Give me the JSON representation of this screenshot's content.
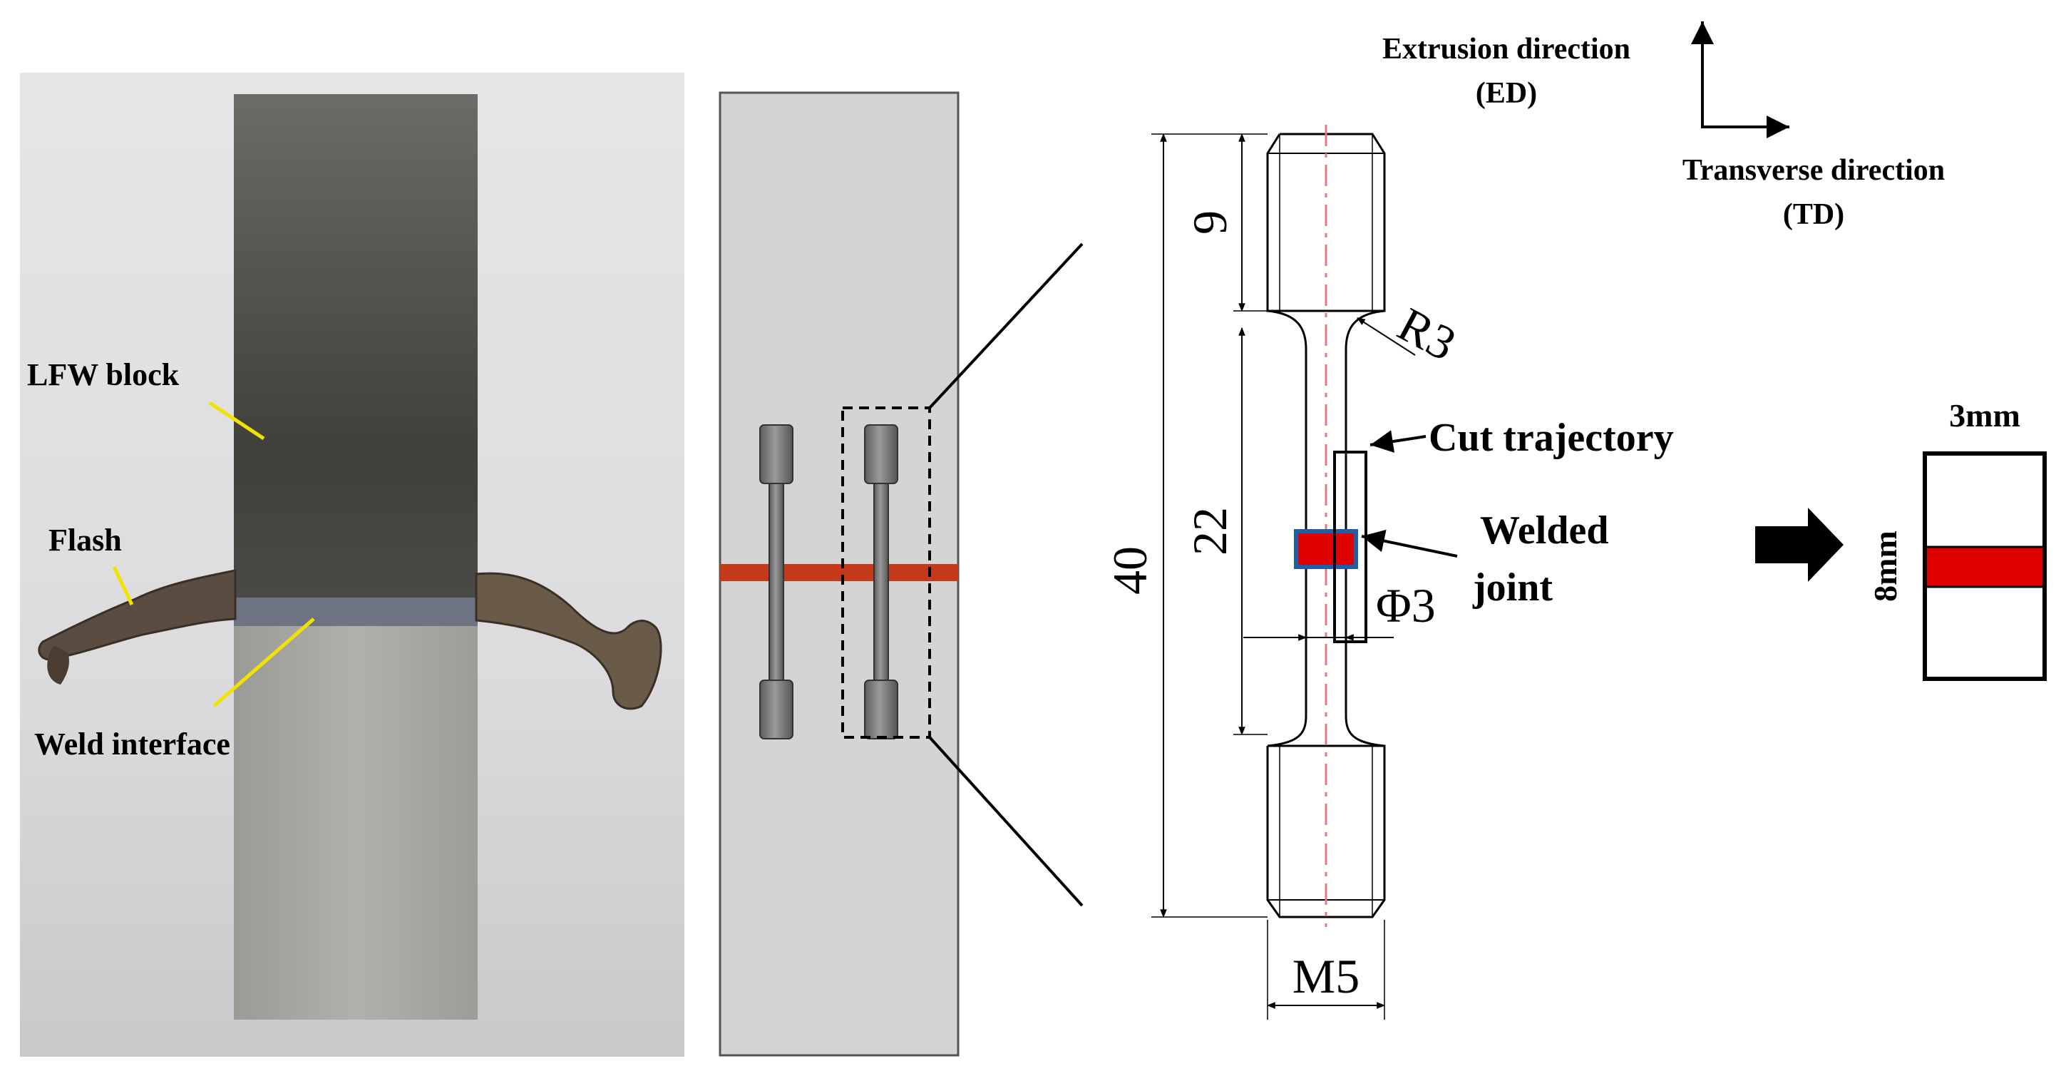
{
  "photo": {
    "labels": {
      "block": "LFW block",
      "flash": "Flash",
      "interface": "Weld interface"
    }
  },
  "specimen": {
    "dims": {
      "overall": "40",
      "head": "9",
      "gauge": "22",
      "radius": "R3",
      "diameter": "Φ3",
      "thread": "M5"
    },
    "labels": {
      "cut": "Cut trajectory",
      "welded_line1": "Welded",
      "welded_line2": "joint"
    }
  },
  "axes": {
    "extrusion_line1": "Extrusion  direction",
    "extrusion_line2": "(ED)",
    "transverse_line1": "Transverse direction",
    "transverse_line2": "(TD)"
  },
  "section": {
    "width": "3mm",
    "height": "8mm"
  },
  "colors": {
    "weld_red": "#e00000",
    "weld_band": "#c43a1a",
    "plate_gray": "#d4d4d4",
    "center_line": "#e87878",
    "label_yellow": "#f2e200"
  }
}
